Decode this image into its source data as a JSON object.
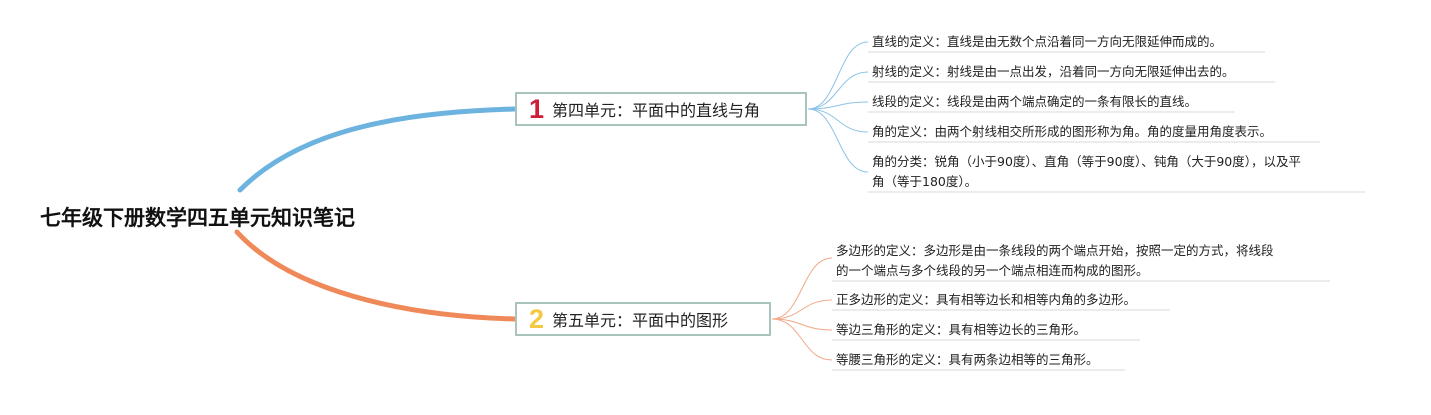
{
  "root": {
    "title": "七年级下册数学四五单元知识笔记"
  },
  "branches": [
    {
      "number": "1",
      "label": "第四单元：平面中的直线与角",
      "color": "#6cb3e0",
      "leaves": [
        [
          "直线的定义：直线是由无数个点沿着同一方向无限延伸而成的。"
        ],
        [
          "射线的定义：射线是由一点出发，沿着同一方向无限延伸出去的。"
        ],
        [
          "线段的定义：线段是由两个端点确定的一条有限长的直线。"
        ],
        [
          "角的定义：由两个射线相交所形成的图形称为角。角的度量用角度表示。"
        ],
        [
          "角的分类：锐角（小于90度）、直角（等于90度）、钝角（大于90度），以及平",
          "角（等于180度）。"
        ]
      ]
    },
    {
      "number": "2",
      "label": "第五单元：平面中的图形",
      "color": "#f0895a",
      "leaves": [
        [
          "多边形的定义：多边形是由一条线段的两个端点开始，按照一定的方式，将线段",
          "的一个端点与多个线段的另一个端点相连而构成的图形。"
        ],
        [
          "正多边形的定义：具有相等边长和相等内角的多边形。"
        ],
        [
          "等边三角形的定义：具有相等边长的三角形。"
        ],
        [
          "等腰三角形的定义：具有两条边相等的三角形。"
        ]
      ]
    }
  ]
}
